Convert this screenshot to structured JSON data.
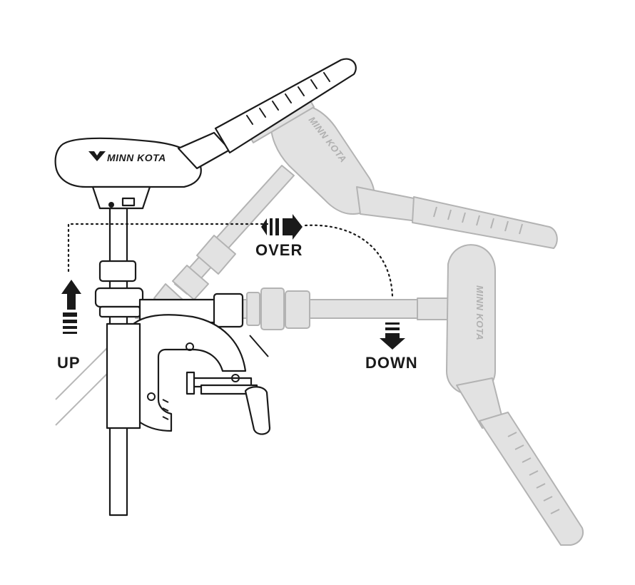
{
  "brand": {
    "text": "MINN KOTA"
  },
  "labels": {
    "up": "UP",
    "over": "OVER",
    "down": "DOWN"
  },
  "colors": {
    "ink": "#1a1a1a",
    "ghost_fill": "#dedede",
    "ghost_stroke": "#b3b3b3",
    "arrow": "#1a1a1a"
  },
  "icons": [
    "minn-kota-logo-icon",
    "arrow-up-icon",
    "arrow-right-icon",
    "arrow-down-icon"
  ]
}
